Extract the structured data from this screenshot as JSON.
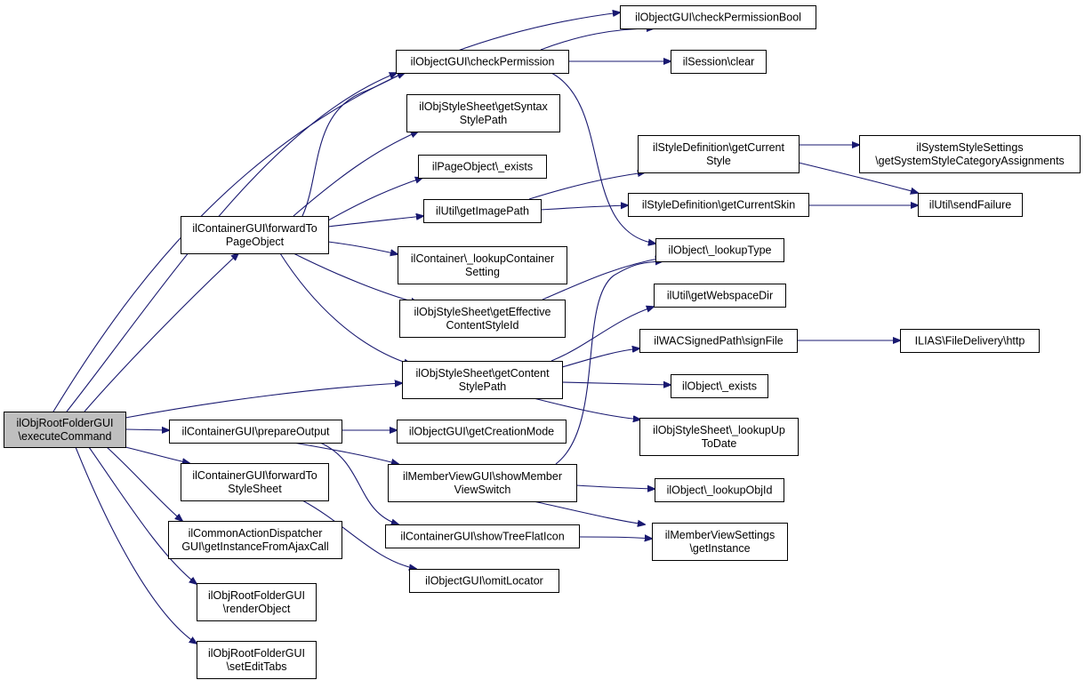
{
  "colors": {
    "edge": "#191970",
    "root_fill": "#bfbfbf",
    "node_fill": "#ffffff",
    "border": "#000000"
  },
  "nodes": {
    "root": [
      "ilObjRootFolderGUI",
      "\\executeCommand"
    ],
    "check_permission_bool": [
      "ilObjectGUI\\checkPermissionBool"
    ],
    "check_permission": [
      "ilObjectGUI\\checkPermission"
    ],
    "session_clear": [
      "ilSession\\clear"
    ],
    "get_syntax_style_path": [
      "ilObjStyleSheet\\getSyntax",
      "StylePath"
    ],
    "page_object_exists": [
      "ilPageObject\\_exists"
    ],
    "style_def_get_current_style": [
      "ilStyleDefinition\\getCurrent",
      "Style"
    ],
    "system_style_settings": [
      "ilSystemStyleSettings",
      "\\getSystemStyleCategoryAssignments"
    ],
    "forward_to_page_object": [
      "ilContainerGUI\\forwardTo",
      "PageObject"
    ],
    "util_get_image_path": [
      "ilUtil\\getImagePath"
    ],
    "style_def_get_current_skin": [
      "ilStyleDefinition\\getCurrentSkin"
    ],
    "util_send_failure": [
      "ilUtil\\sendFailure"
    ],
    "object_lookup_type": [
      "ilObject\\_lookupType"
    ],
    "container_lookup_setting": [
      "ilContainer\\_lookupContainer",
      "Setting"
    ],
    "get_effective_content_style_id": [
      "ilObjStyleSheet\\getEffective",
      "ContentStyleId"
    ],
    "util_get_webspace_dir": [
      "ilUtil\\getWebspaceDir"
    ],
    "wac_signed_path_sign_file": [
      "ilWACSignedPath\\signFile"
    ],
    "file_delivery_http": [
      "ILIAS\\FileDelivery\\http"
    ],
    "get_content_style_path": [
      "ilObjStyleSheet\\getContent",
      "StylePath"
    ],
    "object_exists": [
      "ilObject\\_exists"
    ],
    "prepare_output": [
      "ilContainerGUI\\prepareOutput"
    ],
    "get_creation_mode": [
      "ilObjectGUI\\getCreationMode"
    ],
    "lookup_up_to_date": [
      "ilObjStyleSheet\\_lookupUp",
      "ToDate"
    ],
    "forward_to_style_sheet": [
      "ilContainerGUI\\forwardTo",
      "StyleSheet"
    ],
    "show_member_view_switch": [
      "ilMemberViewGUI\\showMember",
      "ViewSwitch"
    ],
    "lookup_obj_id": [
      "ilObject\\_lookupObjId"
    ],
    "common_action_dispatcher": [
      "ilCommonActionDispatcher",
      "GUI\\getInstanceFromAjaxCall"
    ],
    "show_tree_flat_icon": [
      "ilContainerGUI\\showTreeFlatIcon"
    ],
    "member_view_settings": [
      "ilMemberViewSettings",
      "\\getInstance"
    ],
    "omit_locator": [
      "ilObjectGUI\\omitLocator"
    ],
    "render_object": [
      "ilObjRootFolderGUI",
      "\\renderObject"
    ],
    "set_edit_tabs": [
      "ilObjRootFolderGUI",
      "\\setEditTabs"
    ]
  }
}
